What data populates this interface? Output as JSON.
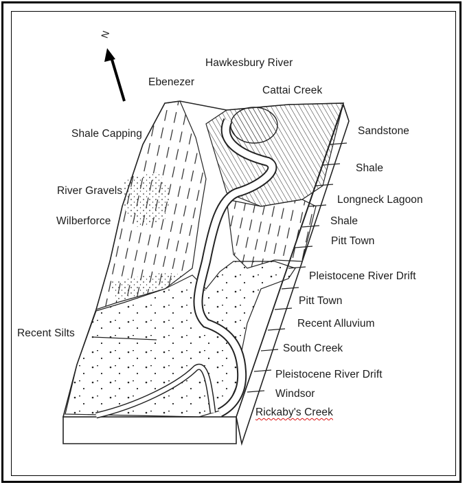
{
  "north": "N",
  "labels": {
    "hawkesbury_river": "Hawkesbury River",
    "ebenezer": "Ebenezer",
    "cattai_creek": "Cattai Creek",
    "shale_capping": "Shale Capping",
    "sandstone": "Sandstone",
    "shale_1": "Shale",
    "river_gravels": "River Gravels",
    "longneck_lagoon": "Longneck Lagoon",
    "wilberforce": "Wilberforce",
    "shale_2": "Shale",
    "pitt_town_1": "Pitt Town",
    "pleistocene_drift_1": "Pleistocene River Drift",
    "pitt_town_2": "Pitt Town",
    "recent_silts": "Recent Silts",
    "recent_alluvium": "Recent Alluvium",
    "south_creek": "South Creek",
    "pleistocene_drift_2": "Pleistocene River Drift",
    "windsor": "Windsor",
    "rickabys_creek": "Rickaby's Creek"
  },
  "colors": {
    "ink": "#1a1a1a",
    "frame": "#000000",
    "underline": "#dd1111"
  }
}
